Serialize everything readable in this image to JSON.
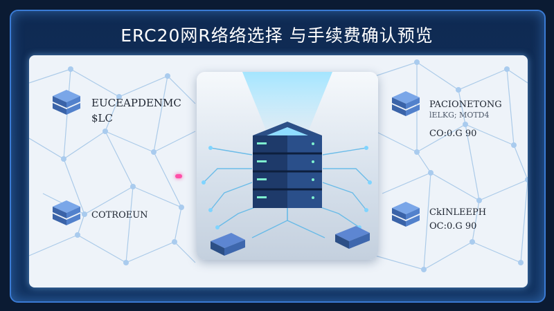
{
  "title": "ERC20网R络络选择   与手续费确认预览",
  "nodes": {
    "top_left": {
      "name": "EUCEAPDENMC",
      "value": "$LC"
    },
    "bottom_left": {
      "name": "COTROEUN"
    },
    "top_right": {
      "name": "PACIONETONG",
      "sub": "lELKG; MOTD4",
      "value": "CO:0.G 90"
    },
    "bottom_right": {
      "name": "CkINLEEPH",
      "value": "OC:0.G 90"
    }
  },
  "colors": {
    "accent": "#3a7bd5",
    "frame": "#0f2a52",
    "node": "#4a78c8",
    "highlight": "#ff4fa8"
  }
}
